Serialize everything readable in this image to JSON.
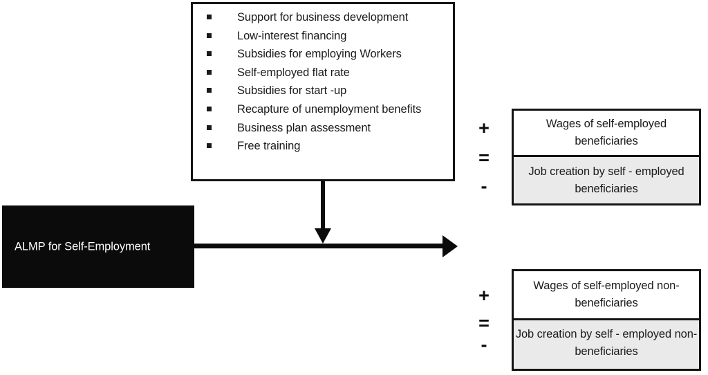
{
  "interventions": {
    "items": [
      "Support for business development",
      "Low-interest financing",
      "Subsidies for employing Workers",
      "Self-employed flat rate",
      "Subsidies for start -up",
      "Recapture of unemployment benefits",
      "Business plan assessment",
      "Free training"
    ]
  },
  "program": {
    "label": "ALMP for Self-Employment"
  },
  "operators": {
    "plus": "+",
    "equals": "=",
    "minus": "-"
  },
  "outcomes": {
    "beneficiaries": {
      "wages": "Wages of self-employed beneficiaries",
      "jobs": "Job creation by self - employed beneficiaries"
    },
    "non_beneficiaries": {
      "wages": "Wages of self-employed non-beneficiaries",
      "jobs": "Job creation by self - employed non-beneficiaries"
    }
  },
  "colors": {
    "outline": "#141414",
    "program_fill": "#0b0b0b",
    "program_text": "#ffffff",
    "shaded_fill": "#eaeaea",
    "page_background": "#ffffff"
  }
}
